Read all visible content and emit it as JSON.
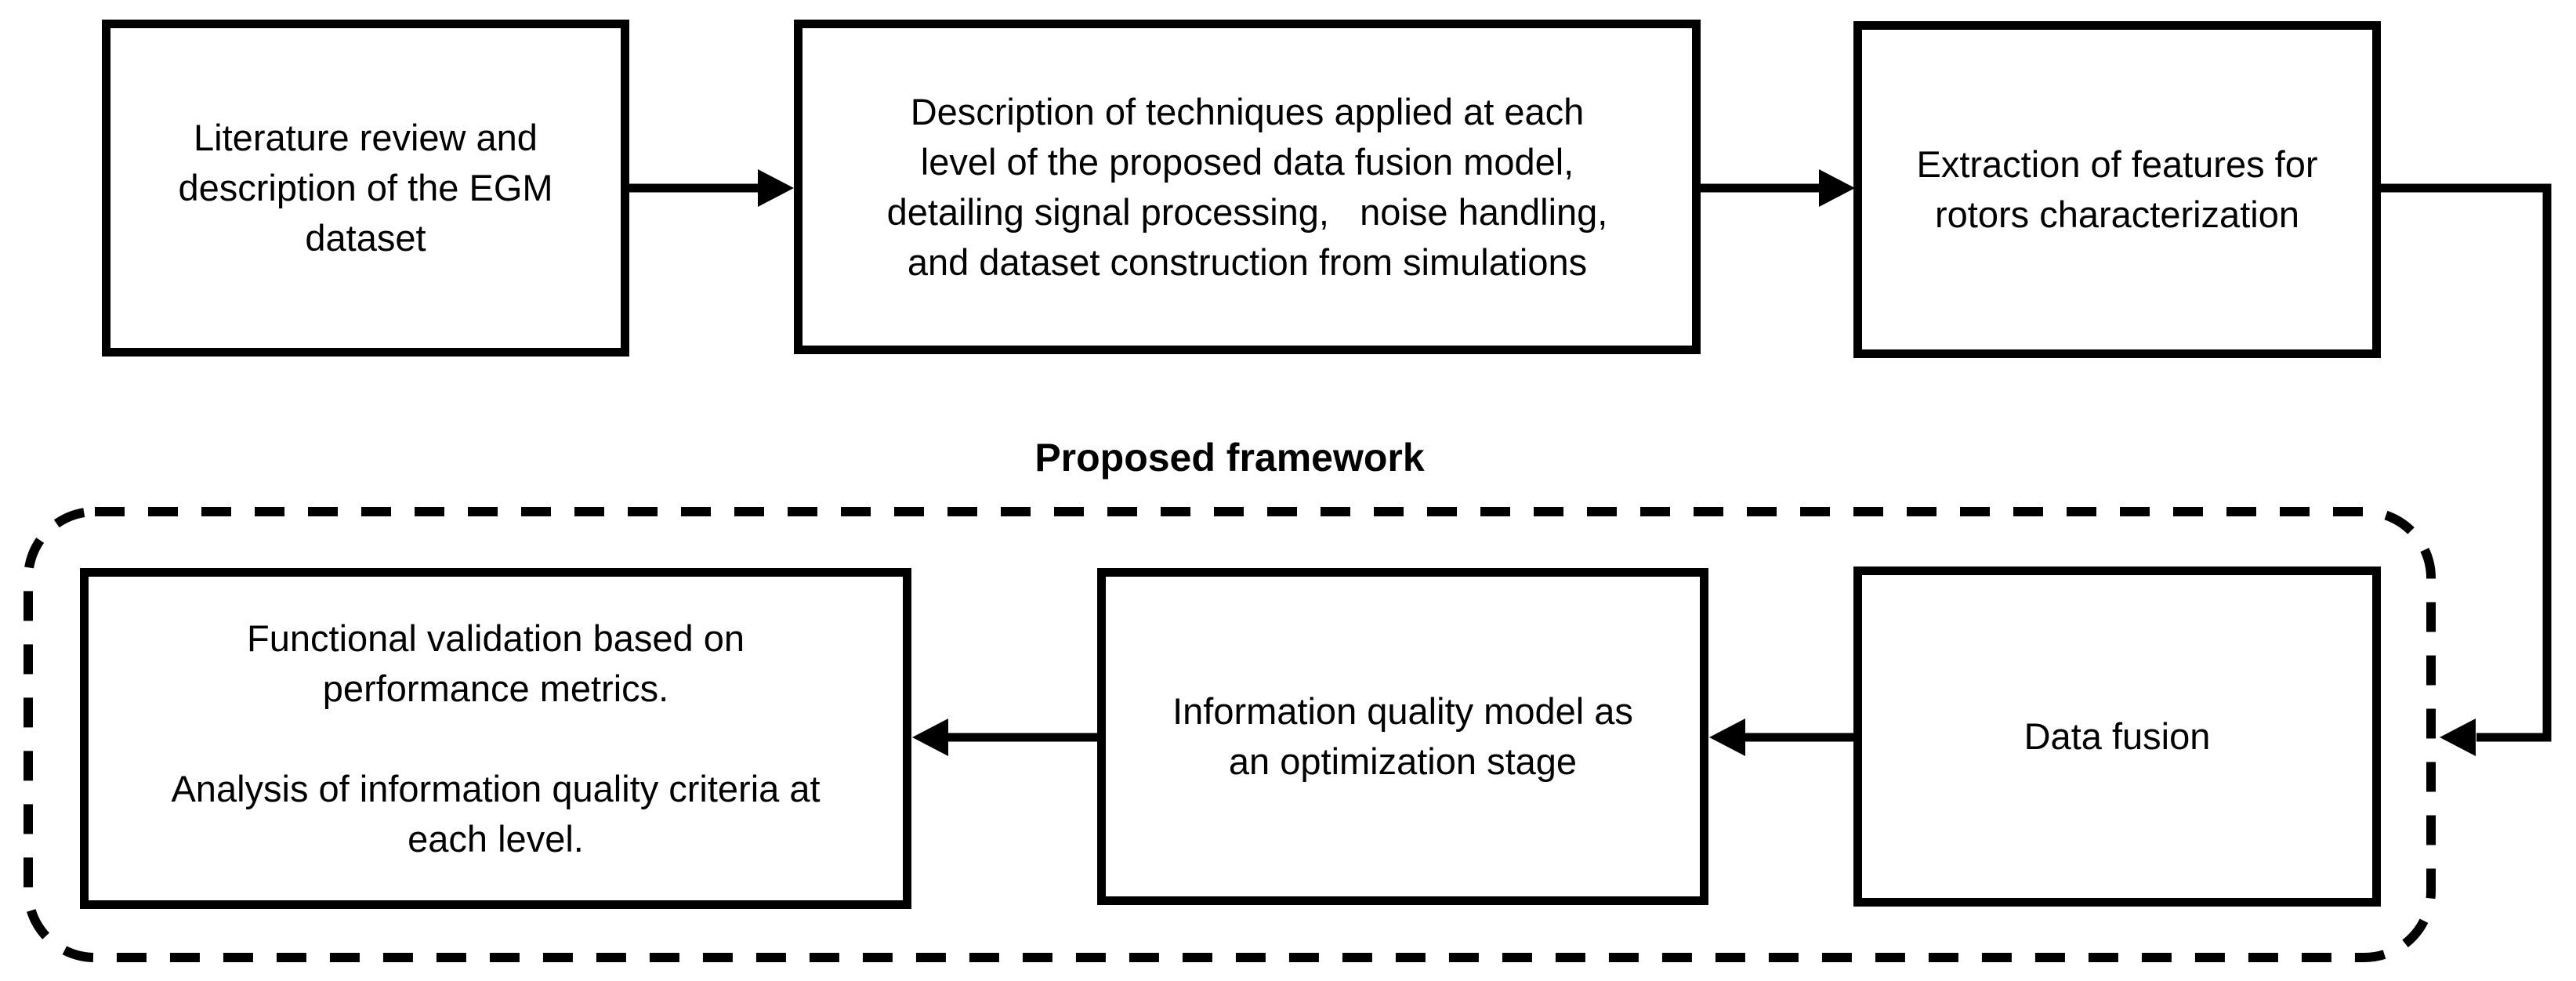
{
  "colors": {
    "foreground": "#000000",
    "background": "#ffffff"
  },
  "framework_label": "Proposed framework",
  "boxes": {
    "literature": {
      "text": "Literature review and\ndescription of the EGM\ndataset"
    },
    "techniques": {
      "text": "Description of techniques applied at each\nlevel of the proposed data fusion model,\ndetailing signal processing,   noise handling,\nand dataset construction from simulations"
    },
    "extraction": {
      "text": "Extraction of features for\nrotors characterization"
    },
    "validation": {
      "text": "Functional validation based on\nperformance metrics.\n\nAnalysis of information quality criteria at\neach level."
    },
    "quality": {
      "text": "Information quality model as\nan optimization stage"
    },
    "fusion": {
      "text": "Data fusion"
    }
  }
}
